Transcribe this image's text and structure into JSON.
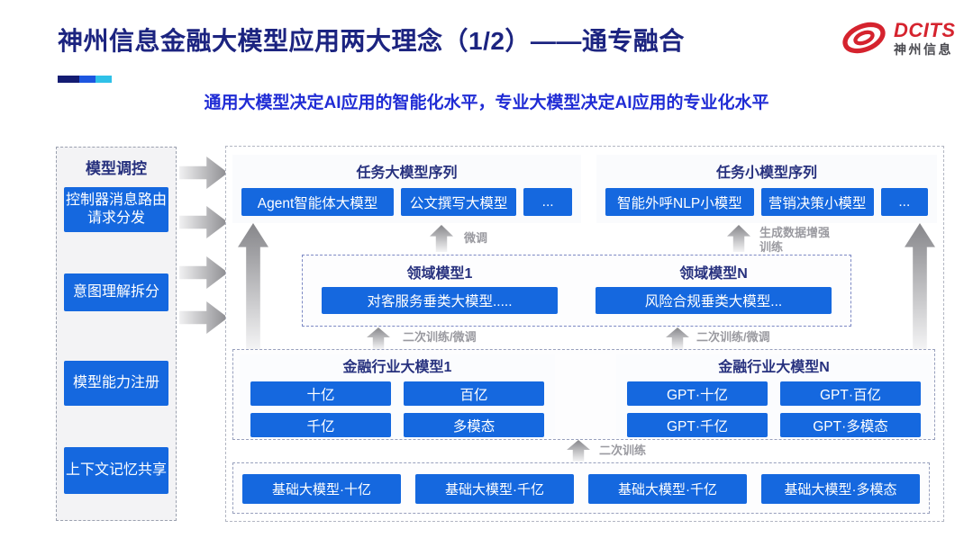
{
  "header": {
    "title": "神州信息金融大模型应用两大理念（1/2）——通专融合",
    "subtitle": "通用大模型决定AI应用的智能化水平，专业大模型决定AI应用的专业化水平",
    "logo": {
      "brand": "DCITS",
      "brand_cn": "神州信息"
    }
  },
  "sidebar": {
    "title": "模型调控",
    "items": [
      {
        "label": "控制器消息路由请求分发"
      },
      {
        "label": "意图理解拆分"
      },
      {
        "label": "模型能力注册"
      },
      {
        "label": "上下文记忆共享"
      }
    ]
  },
  "diagram": {
    "task_large": {
      "title": "任务大模型序列",
      "items": [
        "Agent智能体大模型",
        "公文撰写大模型",
        "..."
      ]
    },
    "task_small": {
      "title": "任务小模型序列",
      "items": [
        "智能外呼NLP小模型",
        "营销决策小模型",
        "..."
      ]
    },
    "domain": {
      "col1": {
        "title": "领域模型1",
        "item": "对客服务垂类大模型....."
      },
      "colN": {
        "title": "领域模型N",
        "item": "风险合规垂类大模型..."
      }
    },
    "industry": {
      "col1": {
        "title": "金融行业大模型1",
        "items": [
          "十亿",
          "百亿",
          "千亿",
          "多模态"
        ]
      },
      "colN": {
        "title": "金融行业大模型N",
        "items": [
          "GPT·十亿",
          "GPT·百亿",
          "GPT·千亿",
          "GPT·多模态"
        ]
      }
    },
    "foundation": {
      "items": [
        "基础大模型·十亿",
        "基础大模型·千亿",
        "基础大模型·千亿",
        "基础大模型·多模态"
      ]
    },
    "arrow_labels": {
      "finetune": "微调",
      "gen_data_aug": "生成数据增强训练",
      "retrain_ft_1": "二次训练/微调",
      "retrain_ft_2": "二次训练/微调",
      "retrain": "二次训练"
    }
  },
  "colors": {
    "box_blue": "#1568df",
    "heading_navy": "#1c2480",
    "subtitle_blue": "#202cd5",
    "brand_red": "#d5232e"
  }
}
